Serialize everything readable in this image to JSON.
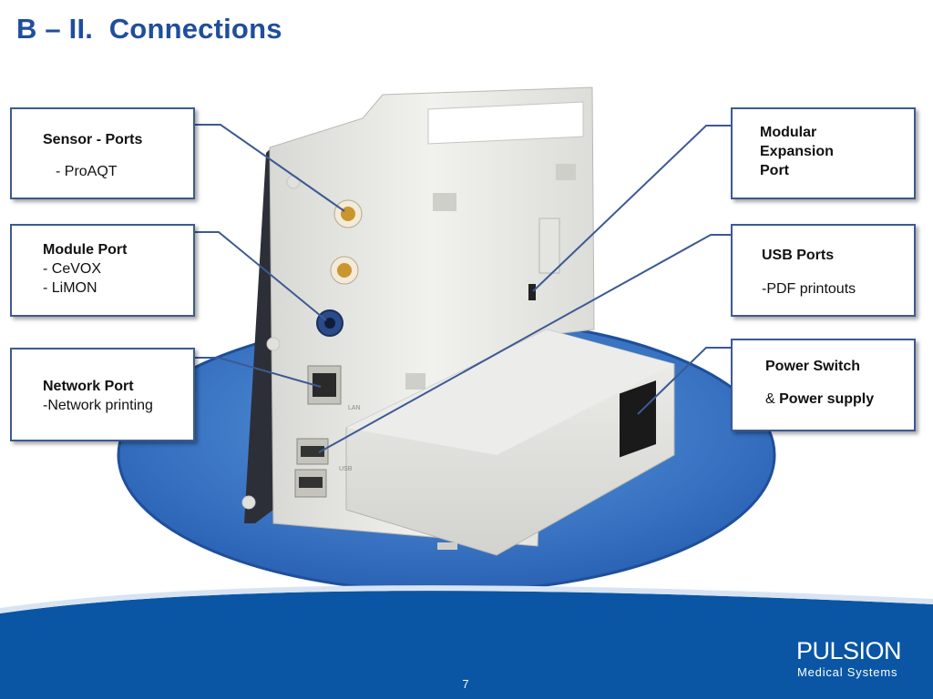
{
  "slide": {
    "title": "B – II.  Connections",
    "page_number": "7"
  },
  "callouts": {
    "sensor": {
      "heading": "Sensor - Ports",
      "line1": "- ProAQT"
    },
    "module": {
      "heading": "Module Port",
      "line1": "- CeVOX",
      "line2": "- LiMON"
    },
    "network": {
      "heading": "Network Port",
      "line1": "-Network printing"
    },
    "modular": {
      "line1": "Modular",
      "line2": "Expansion",
      "line3": "Port"
    },
    "usb": {
      "heading": "USB Ports",
      "line1": "-PDF printouts"
    },
    "power": {
      "heading": "Power Switch",
      "amp": "& ",
      "line2": "Power supply"
    }
  },
  "device_labels": {
    "lan": "LAN",
    "usb": "USB"
  },
  "logo": {
    "brand": "PULSION",
    "tagline": "Medical Systems"
  },
  "colors": {
    "title": "#1f4e9c",
    "callout_border": "#3c5a93",
    "leader_line": "#3c5a93",
    "footer": "#0a56a5",
    "ellipse": "#3f7fcf"
  }
}
